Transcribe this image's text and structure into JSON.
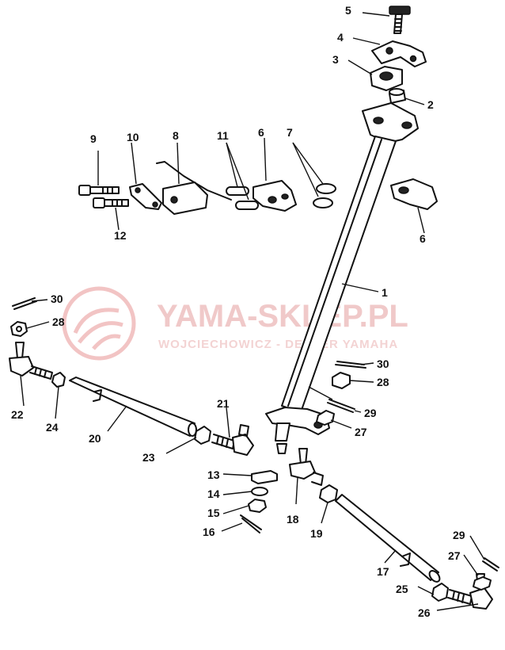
{
  "watermark": {
    "title": "YAMA-SKLEP.PL",
    "subtitle": "WOJCIECHOWICZ - DEALER YAMAHA",
    "color": "#f0c9c9"
  },
  "callouts": [
    {
      "id": "c1",
      "label": "1"
    },
    {
      "id": "c2",
      "label": "2"
    },
    {
      "id": "c3",
      "label": "3"
    },
    {
      "id": "c4",
      "label": "4"
    },
    {
      "id": "c5",
      "label": "5"
    },
    {
      "id": "c6a",
      "label": "6"
    },
    {
      "id": "c6b",
      "label": "6"
    },
    {
      "id": "c7",
      "label": "7"
    },
    {
      "id": "c8",
      "label": "8"
    },
    {
      "id": "c9",
      "label": "9"
    },
    {
      "id": "c10",
      "label": "10"
    },
    {
      "id": "c11",
      "label": "11"
    },
    {
      "id": "c12",
      "label": "12"
    },
    {
      "id": "c13",
      "label": "13"
    },
    {
      "id": "c14",
      "label": "14"
    },
    {
      "id": "c15",
      "label": "15"
    },
    {
      "id": "c16",
      "label": "16"
    },
    {
      "id": "c17",
      "label": "17"
    },
    {
      "id": "c18",
      "label": "18"
    },
    {
      "id": "c19",
      "label": "19"
    },
    {
      "id": "c20",
      "label": "20"
    },
    {
      "id": "c21",
      "label": "21"
    },
    {
      "id": "c22",
      "label": "22"
    },
    {
      "id": "c23",
      "label": "23"
    },
    {
      "id": "c24",
      "label": "24"
    },
    {
      "id": "c25",
      "label": "25"
    },
    {
      "id": "c26",
      "label": "26"
    },
    {
      "id": "c27a",
      "label": "27"
    },
    {
      "id": "c27b",
      "label": "27"
    },
    {
      "id": "c28a",
      "label": "28"
    },
    {
      "id": "c28b",
      "label": "28"
    },
    {
      "id": "c29a",
      "label": "29"
    },
    {
      "id": "c29b",
      "label": "29"
    },
    {
      "id": "c30a",
      "label": "30"
    },
    {
      "id": "c30b",
      "label": "30"
    }
  ]
}
